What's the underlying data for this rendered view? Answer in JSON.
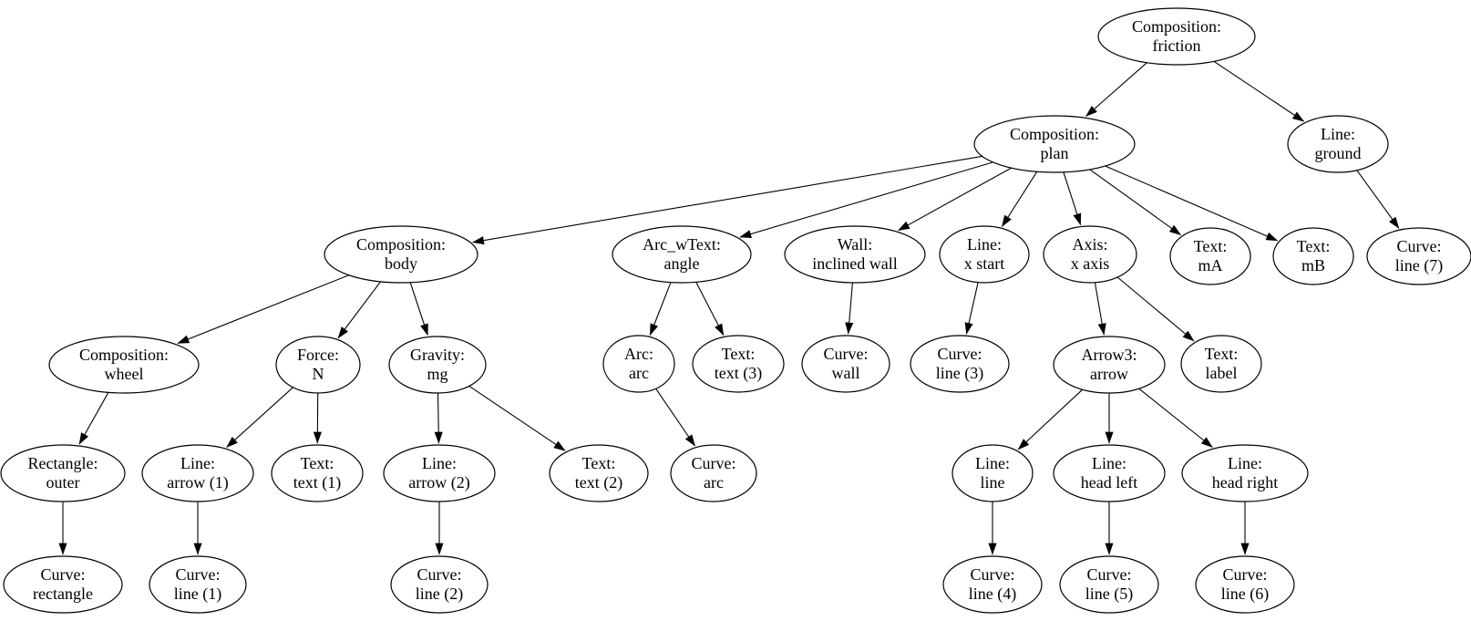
{
  "diagram": {
    "kind": "tree-graph",
    "root": "friction",
    "colors": {
      "background": "#ffffff",
      "node_fill": "#ffffff",
      "node_stroke": "#000000",
      "edge_color": "#000000",
      "text_color": "#000000"
    }
  },
  "nodes": [
    {
      "id": "friction",
      "label1": "Composition:",
      "label2": "friction"
    },
    {
      "id": "plan",
      "label1": "Composition:",
      "label2": "plan"
    },
    {
      "id": "ground",
      "label1": "Line:",
      "label2": "ground"
    },
    {
      "id": "body",
      "label1": "Composition:",
      "label2": "body"
    },
    {
      "id": "angle",
      "label1": "Arc_wText:",
      "label2": "angle"
    },
    {
      "id": "inclined-wall",
      "label1": "Wall:",
      "label2": "inclined wall"
    },
    {
      "id": "x-start",
      "label1": "Line:",
      "label2": "x start"
    },
    {
      "id": "x-axis",
      "label1": "Axis:",
      "label2": "x axis"
    },
    {
      "id": "text-ma",
      "label1": "Text:",
      "label2": "mA"
    },
    {
      "id": "text-mb",
      "label1": "Text:",
      "label2": "mB"
    },
    {
      "id": "curve-line-7",
      "label1": "Curve:",
      "label2": "line (7)"
    },
    {
      "id": "wheel",
      "label1": "Composition:",
      "label2": "wheel"
    },
    {
      "id": "force-n",
      "label1": "Force:",
      "label2": "N"
    },
    {
      "id": "gravity-mg",
      "label1": "Gravity:",
      "label2": "mg"
    },
    {
      "id": "arc",
      "label1": "Arc:",
      "label2": "arc"
    },
    {
      "id": "text-3",
      "label1": "Text:",
      "label2": "text (3)"
    },
    {
      "id": "curve-wall",
      "label1": "Curve:",
      "label2": "wall"
    },
    {
      "id": "curve-line-3",
      "label1": "Curve:",
      "label2": "line (3)"
    },
    {
      "id": "arrow3",
      "label1": "Arrow3:",
      "label2": "arrow"
    },
    {
      "id": "text-label",
      "label1": "Text:",
      "label2": "label"
    },
    {
      "id": "rect-outer",
      "label1": "Rectangle:",
      "label2": "outer"
    },
    {
      "id": "line-arrow-1",
      "label1": "Line:",
      "label2": "arrow (1)"
    },
    {
      "id": "text-1",
      "label1": "Text:",
      "label2": "text (1)"
    },
    {
      "id": "line-arrow-2",
      "label1": "Line:",
      "label2": "arrow (2)"
    },
    {
      "id": "text-2",
      "label1": "Text:",
      "label2": "text (2)"
    },
    {
      "id": "curve-arc",
      "label1": "Curve:",
      "label2": "arc"
    },
    {
      "id": "line-line",
      "label1": "Line:",
      "label2": "line"
    },
    {
      "id": "head-left",
      "label1": "Line:",
      "label2": "head left"
    },
    {
      "id": "head-right",
      "label1": "Line:",
      "label2": "head right"
    },
    {
      "id": "curve-rectangle",
      "label1": "Curve:",
      "label2": "rectangle"
    },
    {
      "id": "curve-line-1",
      "label1": "Curve:",
      "label2": "line (1)"
    },
    {
      "id": "curve-line-2",
      "label1": "Curve:",
      "label2": "line (2)"
    },
    {
      "id": "curve-line-4",
      "label1": "Curve:",
      "label2": "line (4)"
    },
    {
      "id": "curve-line-5",
      "label1": "Curve:",
      "label2": "line (5)"
    },
    {
      "id": "curve-line-6",
      "label1": "Curve:",
      "label2": "line (6)"
    }
  ],
  "edges": [
    {
      "from": "friction",
      "to": "plan"
    },
    {
      "from": "friction",
      "to": "ground"
    },
    {
      "from": "plan",
      "to": "body"
    },
    {
      "from": "plan",
      "to": "angle"
    },
    {
      "from": "plan",
      "to": "inclined-wall"
    },
    {
      "from": "plan",
      "to": "x-start"
    },
    {
      "from": "plan",
      "to": "x-axis"
    },
    {
      "from": "plan",
      "to": "text-ma"
    },
    {
      "from": "plan",
      "to": "text-mb"
    },
    {
      "from": "ground",
      "to": "curve-line-7"
    },
    {
      "from": "body",
      "to": "wheel"
    },
    {
      "from": "body",
      "to": "force-n"
    },
    {
      "from": "body",
      "to": "gravity-mg"
    },
    {
      "from": "angle",
      "to": "arc"
    },
    {
      "from": "angle",
      "to": "text-3"
    },
    {
      "from": "inclined-wall",
      "to": "curve-wall"
    },
    {
      "from": "x-start",
      "to": "curve-line-3"
    },
    {
      "from": "x-axis",
      "to": "arrow3"
    },
    {
      "from": "x-axis",
      "to": "text-label"
    },
    {
      "from": "wheel",
      "to": "rect-outer"
    },
    {
      "from": "force-n",
      "to": "line-arrow-1"
    },
    {
      "from": "force-n",
      "to": "text-1"
    },
    {
      "from": "gravity-mg",
      "to": "line-arrow-2"
    },
    {
      "from": "gravity-mg",
      "to": "text-2"
    },
    {
      "from": "arc",
      "to": "curve-arc"
    },
    {
      "from": "arrow3",
      "to": "line-line"
    },
    {
      "from": "arrow3",
      "to": "head-left"
    },
    {
      "from": "arrow3",
      "to": "head-right"
    },
    {
      "from": "rect-outer",
      "to": "curve-rectangle"
    },
    {
      "from": "line-arrow-1",
      "to": "curve-line-1"
    },
    {
      "from": "line-arrow-2",
      "to": "curve-line-2"
    },
    {
      "from": "line-line",
      "to": "curve-line-4"
    },
    {
      "from": "head-left",
      "to": "curve-line-5"
    },
    {
      "from": "head-right",
      "to": "curve-line-6"
    }
  ]
}
